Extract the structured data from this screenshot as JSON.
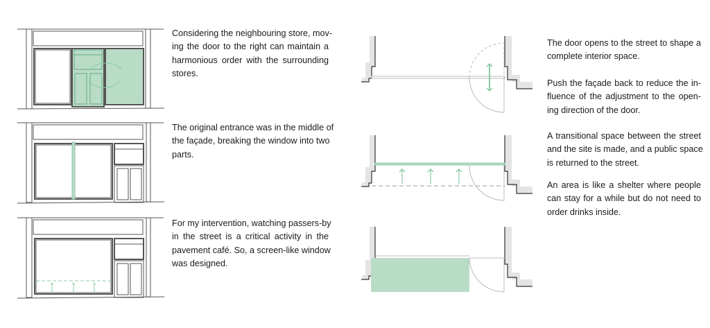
{
  "colors": {
    "accent_green": "#b9dcc7",
    "accent_green_stroke": "#8ccaa6",
    "wall_gray": "#e4e4e4",
    "line": "#555555"
  },
  "elevations": [
    {
      "caption_lines": [
        "Considering the neighbouring store, mov-",
        "ing the door to the right can maintain a",
        "harmonious order with the surrounding",
        "stores."
      ]
    },
    {
      "caption_lines": [
        "The original entrance was in the middle of",
        "the façade, breaking the window into two",
        "parts."
      ]
    },
    {
      "caption_lines": [
        "For my intervention, watching passers-by",
        "in the street is a critical activity in the",
        "pavement café. So, a screen-like window",
        "was designed."
      ]
    }
  ],
  "plan_notes": [
    {
      "lines": [
        "The door opens to the street to shape a",
        "complete interior space."
      ]
    },
    {
      "lines": [
        "Push the façade back to reduce the in-",
        "fluence of the adjustment to the open-",
        "ing direction of the door."
      ]
    },
    {
      "lines": [
        "A transitional space between the street",
        "and the site is made, and a public space",
        "is returned to the street."
      ]
    },
    {
      "lines": [
        "An area is like a shelter where people",
        "can stay for a while but do not need to",
        "order drinks inside."
      ]
    }
  ]
}
